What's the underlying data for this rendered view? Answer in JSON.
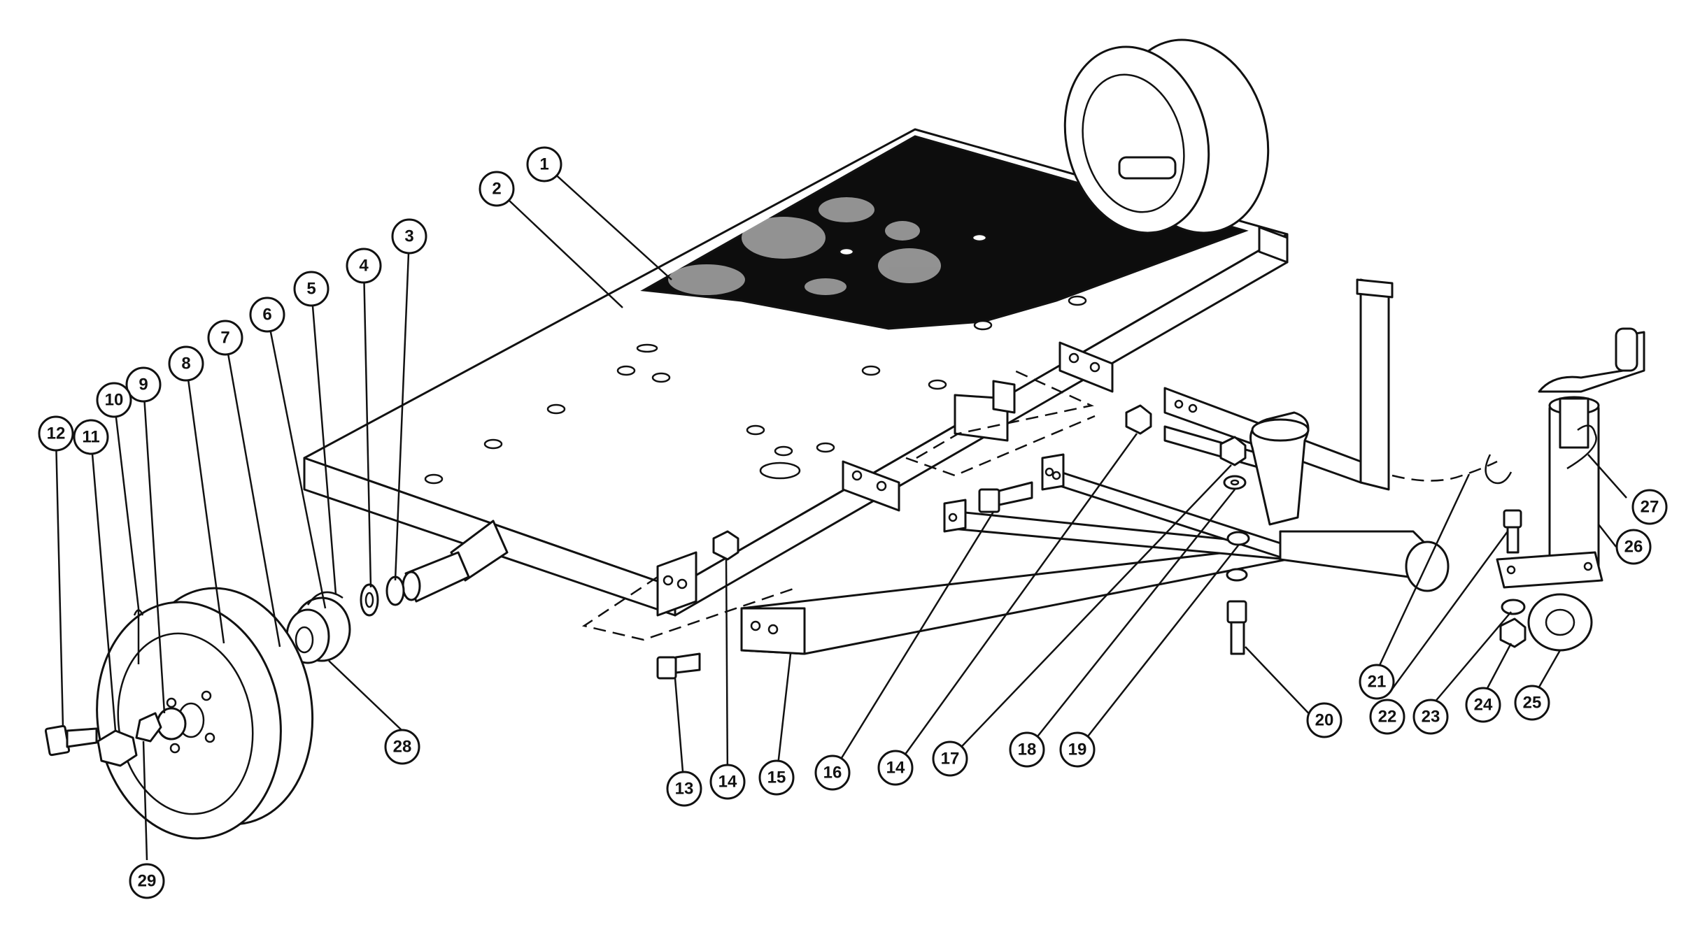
{
  "callouts": [
    {
      "id": "c1",
      "label": "1"
    },
    {
      "id": "c2",
      "label": "2"
    },
    {
      "id": "c3",
      "label": "3"
    },
    {
      "id": "c4",
      "label": "4"
    },
    {
      "id": "c5",
      "label": "5"
    },
    {
      "id": "c6",
      "label": "6"
    },
    {
      "id": "c7",
      "label": "7"
    },
    {
      "id": "c8",
      "label": "8"
    },
    {
      "id": "c9",
      "label": "9"
    },
    {
      "id": "c10",
      "label": "10"
    },
    {
      "id": "c11",
      "label": "11"
    },
    {
      "id": "c12",
      "label": "12"
    },
    {
      "id": "c13",
      "label": "13"
    },
    {
      "id": "c14a",
      "label": "14"
    },
    {
      "id": "c15",
      "label": "15"
    },
    {
      "id": "c16",
      "label": "16"
    },
    {
      "id": "c14b",
      "label": "14"
    },
    {
      "id": "c17",
      "label": "17"
    },
    {
      "id": "c18",
      "label": "18"
    },
    {
      "id": "c19",
      "label": "19"
    },
    {
      "id": "c20",
      "label": "20"
    },
    {
      "id": "c21",
      "label": "21"
    },
    {
      "id": "c22",
      "label": "22"
    },
    {
      "id": "c23",
      "label": "23"
    },
    {
      "id": "c24",
      "label": "24"
    },
    {
      "id": "c25",
      "label": "25"
    },
    {
      "id": "c26",
      "label": "26"
    },
    {
      "id": "c27",
      "label": "27"
    },
    {
      "id": "c28",
      "label": "28"
    },
    {
      "id": "c29",
      "label": "29"
    }
  ]
}
